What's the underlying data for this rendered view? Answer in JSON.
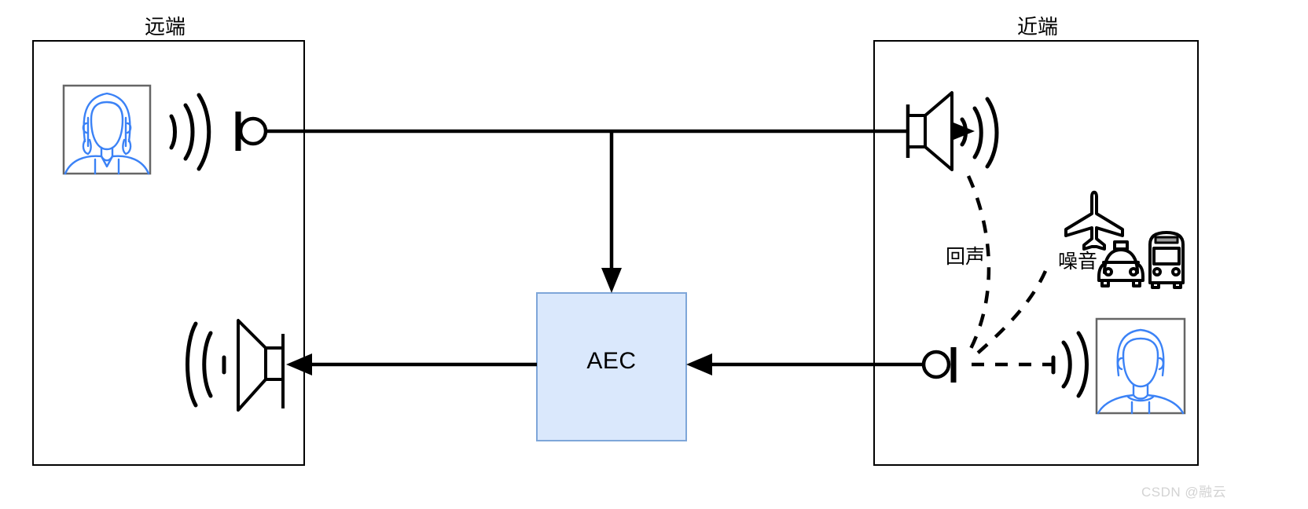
{
  "diagram": {
    "title_far": "远端",
    "title_near": "近端",
    "process_block": {
      "label": "AEC",
      "fill_color": "#dae8fc",
      "stroke_color": "#7ea6d9"
    },
    "annotations": {
      "echo": "回声",
      "noise": "噪音"
    },
    "watermark": "CSDN @融云",
    "icons": {
      "far_person": "female-avatar-icon",
      "near_person": "male-avatar-icon",
      "far_mic": "microphone-icon",
      "near_mic": "microphone-icon",
      "far_speaker": "speaker-horn-icon",
      "near_speaker": "speaker-horn-icon",
      "airplane": "airplane-icon",
      "taxi": "taxi-icon",
      "bus": "bus-icon",
      "sound_waves": "sound-wave-icon"
    },
    "colors": {
      "avatar_line": "#3b82f6",
      "avatar_frame": "#666666",
      "line": "#000000",
      "room_border": "#000000",
      "watermark": "#d3d3d3"
    },
    "flows": [
      {
        "name": "far-mic-to-near-speaker",
        "style": "solid-arrow"
      },
      {
        "name": "far-mic-to-aec-reference",
        "style": "solid-arrow"
      },
      {
        "name": "near-mic-to-aec",
        "style": "solid-arrow"
      },
      {
        "name": "aec-to-far-speaker",
        "style": "solid-arrow"
      },
      {
        "name": "echo-path",
        "style": "dashed"
      },
      {
        "name": "noise-path",
        "style": "dashed"
      }
    ]
  }
}
